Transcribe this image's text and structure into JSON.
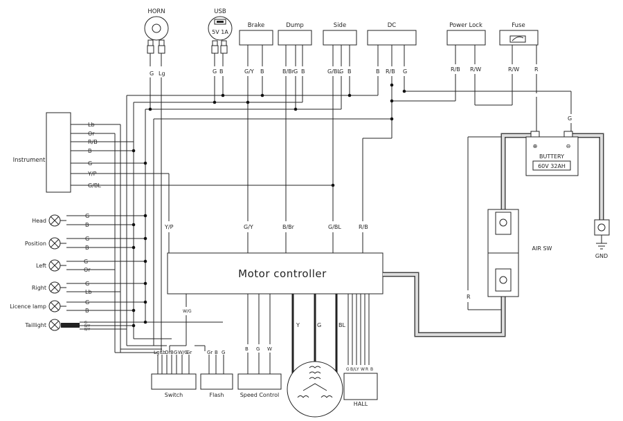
{
  "components": {
    "horn": "HORN",
    "usb": "USB",
    "usb_rating": "5V 1A",
    "brake": "Brake",
    "dump": "Dump",
    "side": "Side",
    "dc": "DC",
    "power_lock": "Power Lock",
    "fuse": "Fuse",
    "instrument": "Instrument",
    "motor_controller": "Motor controller",
    "battery": "BUTTERY",
    "battery_rating": "60V 32AH",
    "air_sw": "AIR SW",
    "gnd": "GND",
    "switch": "Switch",
    "flash": "Flash",
    "speed_control": "Speed Control",
    "hall": "HALL"
  },
  "lamps": [
    "Head",
    "Position",
    "Left",
    "Right",
    "Licence lamp",
    "Taillight"
  ],
  "lamp_wires": [
    [
      "G",
      "B"
    ],
    [
      "G",
      "B"
    ],
    [
      "G",
      "Or"
    ],
    [
      "G",
      "Lb"
    ],
    [
      "G",
      "B"
    ],
    [
      "G",
      "B/Y",
      "B/Y"
    ]
  ],
  "instrument_wires": [
    "Lb",
    "Or",
    "R/B",
    "B",
    "G",
    "Y/P",
    "G/BL"
  ],
  "top_wires": {
    "horn": [
      "G",
      "Lg"
    ],
    "usb": [
      "G",
      "B"
    ],
    "brake": [
      "G/Y",
      "B"
    ],
    "dump": [
      "B/Br",
      "G",
      "B"
    ],
    "side": [
      "G/BL",
      "G",
      "B"
    ],
    "dc": [
      "B",
      "R/B",
      "G"
    ],
    "power_lock": [
      "R/B",
      "R/W"
    ],
    "fuse": [
      "R/W",
      "R"
    ]
  },
  "controller_top_wires": [
    "Y/P",
    "G/Y",
    "B/Br",
    "G/BL",
    "R/B"
  ],
  "battery_link": "G",
  "air_sw_wire": "R",
  "ww_label": "W/G",
  "switch_wires": [
    "Lg",
    "Lb",
    "Or",
    "B",
    "G",
    "W/G",
    "Gr"
  ],
  "flash_wires": [
    "Gr",
    "B",
    "G"
  ],
  "speed_wires": [
    "B",
    "G",
    "W"
  ],
  "motor_phases": [
    "Y",
    "G",
    "BL"
  ],
  "hall_wires": [
    "G",
    "B/L",
    "Y",
    "W",
    "R",
    "B"
  ]
}
